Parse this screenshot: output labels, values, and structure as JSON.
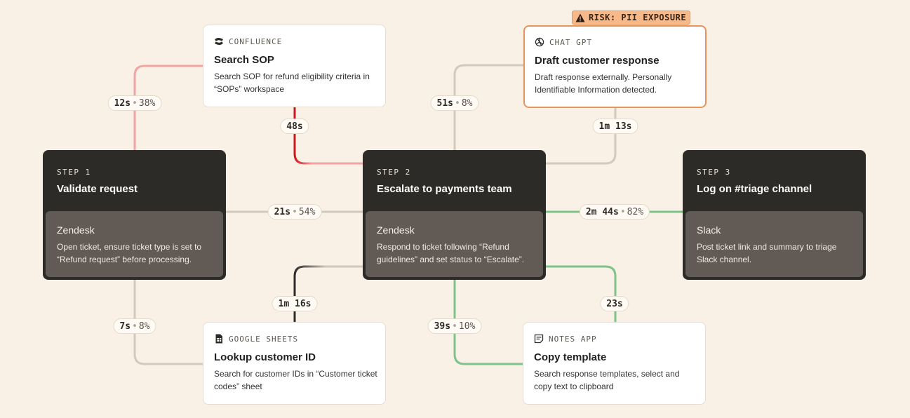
{
  "steps": [
    {
      "label": "STEP 1",
      "title": "Validate request",
      "app": "Zendesk",
      "description": "Open ticket, ensure ticket type is set to “Refund request” before processing."
    },
    {
      "label": "STEP 2",
      "title": "Escalate to payments team",
      "app": "Zendesk",
      "description": "Respond to ticket following “Refund guidelines” and set status to “Escalate”."
    },
    {
      "label": "STEP 3",
      "title": "Log on #triage channel",
      "app": "Slack",
      "description": "Post ticket link and summary to triage Slack channel."
    }
  ],
  "tools": {
    "confluence": {
      "app": "CONFLUENCE",
      "icon": "confluence-icon",
      "title": "Search SOP",
      "description": "Search SOP for refund eligibility criteria in “SOPs” workspace"
    },
    "chatgpt": {
      "app": "CHAT GPT",
      "icon": "chatgpt-icon",
      "title": "Draft customer response",
      "description": "Draft response externally. Personally Identifiable Information detected.",
      "risk": "RISK: PII EXPOSURE"
    },
    "sheets": {
      "app": "GOOGLE SHEETS",
      "icon": "google-sheets-icon",
      "title": "Lookup customer ID",
      "description": "Search for customer IDs in “Customer ticket codes” sheet"
    },
    "notes": {
      "app": "NOTES APP",
      "icon": "notes-icon",
      "title": "Copy template",
      "description": "Search response templates, select and copy text to clipboard"
    }
  },
  "transitions": {
    "step1_confluence": {
      "time": "12s",
      "pct": "38%"
    },
    "confluence_step2": {
      "time": "48s"
    },
    "step2_chatgpt": {
      "time": "51s",
      "pct": "8%"
    },
    "chatgpt_step2": {
      "time": "1m 13s"
    },
    "step1_step2": {
      "time": "21s",
      "pct": "54%"
    },
    "step2_step3": {
      "time": "2m 44s",
      "pct": "82%"
    },
    "sheets_step2": {
      "time": "1m 16s"
    },
    "step1_sheets": {
      "time": "7s",
      "pct": "8%"
    },
    "step2_notes": {
      "time": "39s",
      "pct": "10%"
    },
    "notes_step2": {
      "time": "23s"
    }
  },
  "colors": {
    "background": "#faf1e6",
    "step_card": "#2c2b27",
    "step_inner": "#625a54",
    "connector_neutral": "#d3c9bc",
    "connector_red": "#f3a3a3",
    "connector_red_dark": "#d0141e",
    "connector_green": "#7ec388",
    "risk_border": "#e8935c",
    "risk_fill": "#f7b98a"
  }
}
